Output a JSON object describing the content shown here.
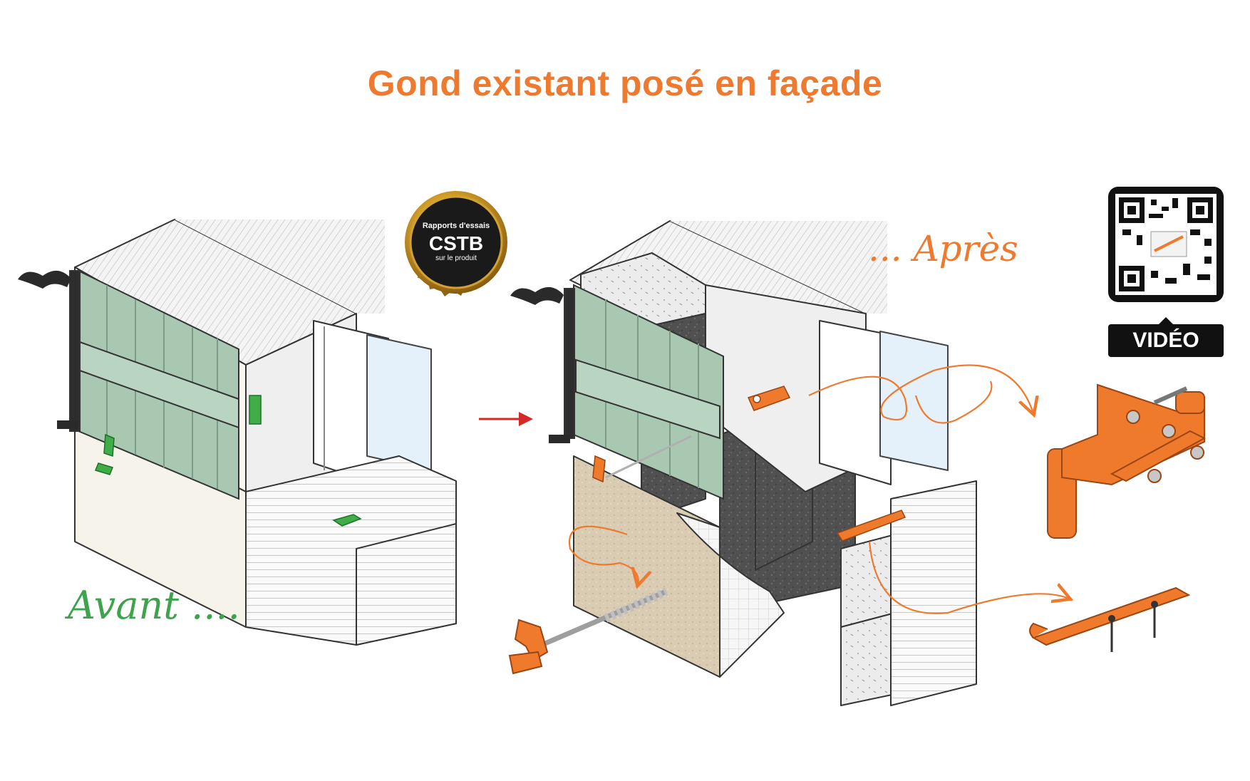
{
  "title": "Gond existant posé en façade",
  "labels": {
    "before": "Avant ....",
    "after": "... Après"
  },
  "badge": {
    "line1": "Rapports d'essais",
    "line2": "CSTB",
    "line3": "sur le produit"
  },
  "video_label": "VIDÉO",
  "colors": {
    "title": "#ee7a30",
    "shutter": "#a9c8b1",
    "hardware_new": "#f07a2c",
    "hardware_old": "#3fae48",
    "insulation": "#4a4a4a",
    "before_text": "#3fa34d"
  }
}
